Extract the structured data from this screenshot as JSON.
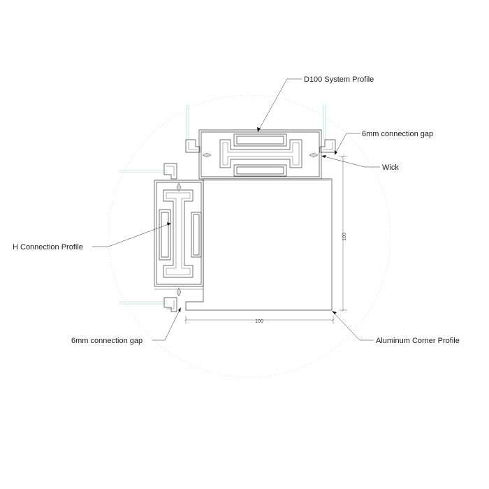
{
  "labels": {
    "d100_profile": "D100 System Profile",
    "gap_top": "6mm connection gap",
    "wick": "Wick",
    "h_connection": "H Connection Profile",
    "gap_bottom": "6mm connection gap",
    "corner_profile": "Aluminum Corner Profile"
  },
  "dimensions": {
    "horizontal": "100",
    "vertical": "100"
  },
  "colors": {
    "line": "#3a3a3a",
    "glass": "#9ad0c8",
    "detail_circle": "#bbbbbb"
  }
}
